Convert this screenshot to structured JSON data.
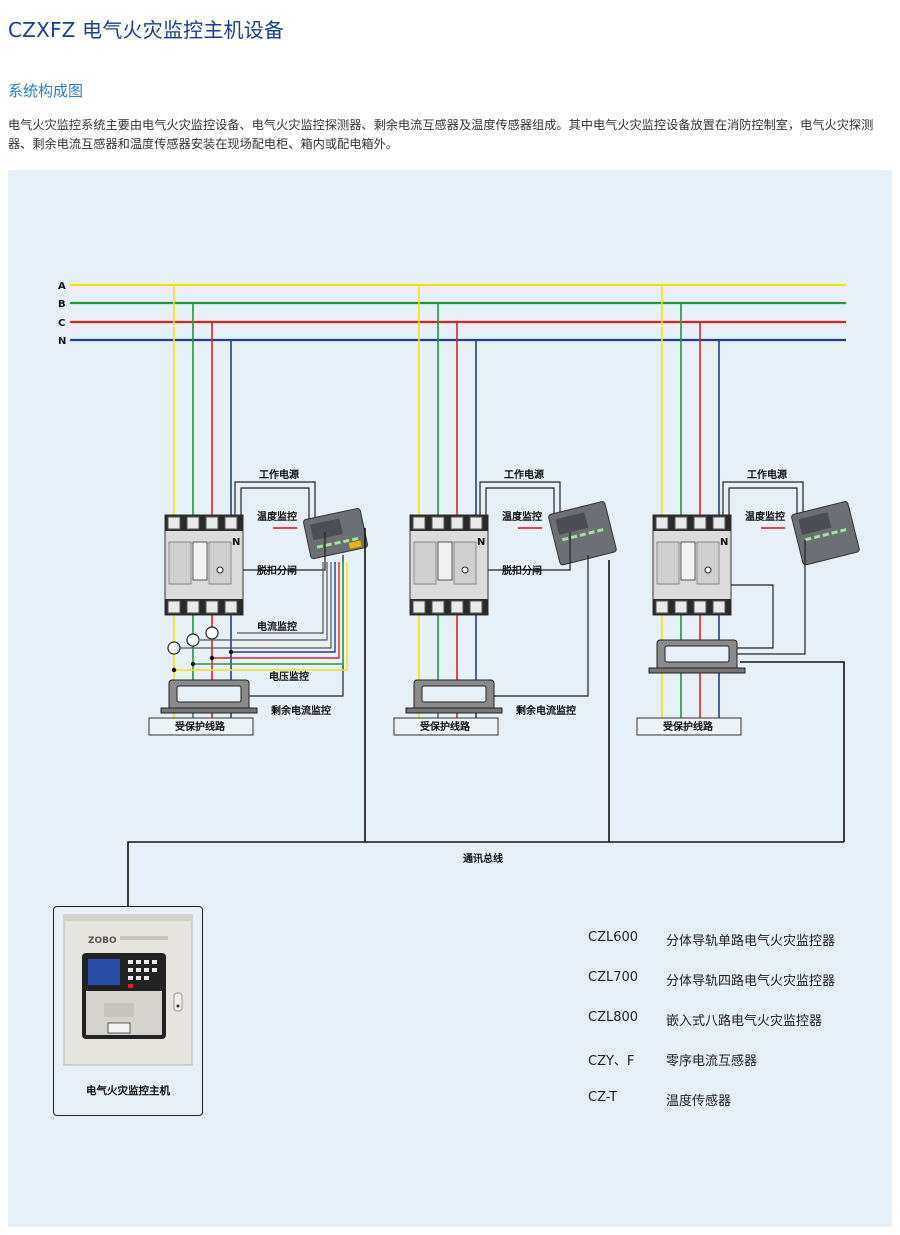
{
  "header": {
    "title": "CZXFZ 电气火灾监控主机设备"
  },
  "section": {
    "title": "系统构成图",
    "intro": "电气火灾监控系统主要由电气火灾监控设备、电气火灾监控探测器、剩余电流互感器及温度传感器组成。其中电气火灾监控设备放置在消防控制室，电气火灾探测器、剩余电流互感器和温度传感器安装在现场配电柜、箱内或配电箱外。"
  },
  "diagram": {
    "bus_lines": [
      {
        "label": "A",
        "color": "#f2e600"
      },
      {
        "label": "B",
        "color": "#1a9a3c"
      },
      {
        "label": "C",
        "color": "#e02020"
      },
      {
        "label": "N",
        "color": "#1f3f8f"
      }
    ],
    "units": [
      {
        "power_label": "工作电源",
        "temp_label": "温度监控",
        "trip_label": "脱扣分闸",
        "current_label": "电流监控",
        "voltage_label": "电压监控",
        "residual_label": "剩余电流监控",
        "line_label": "受保护线路"
      },
      {
        "power_label": "工作电源",
        "temp_label": "温度监控",
        "trip_label": "脱扣分闸",
        "residual_label": "剩余电流监控",
        "line_label": "受保护线路"
      },
      {
        "power_label": "工作电源",
        "temp_label": "温度监控",
        "line_label": "受保护线路"
      }
    ],
    "breaker_neutral_label": "N",
    "comm_bus_label": "通讯总线",
    "host": {
      "brand": "ZOBO",
      "label": "电气火灾监控主机"
    },
    "legend": [
      {
        "code": "CZL600",
        "desc": "分体导轨单路电气火灾监控器"
      },
      {
        "code": "CZL700",
        "desc": "分体导轨四路电气火灾监控器"
      },
      {
        "code": "CZL800",
        "desc": "嵌入式八路电气火灾监控器"
      },
      {
        "code": "CZY、F",
        "desc": "零序电流互感器"
      },
      {
        "code": "CZ-T",
        "desc": "温度传感器"
      }
    ]
  }
}
